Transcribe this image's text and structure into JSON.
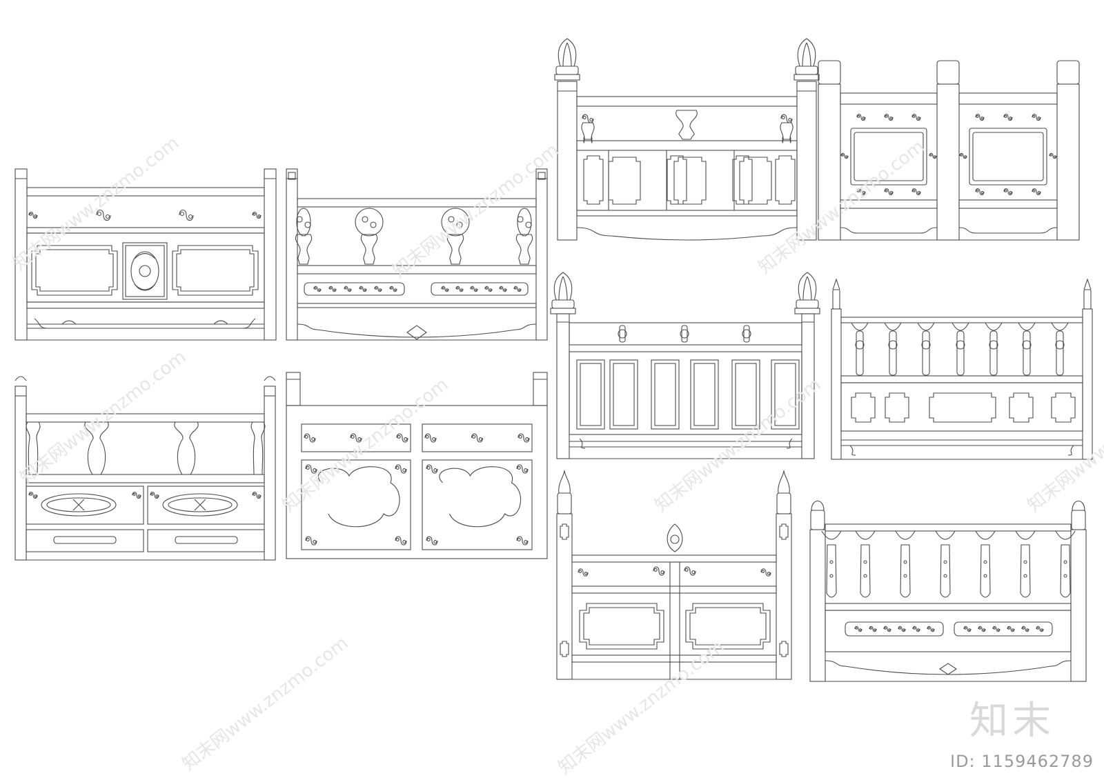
{
  "watermark": {
    "logo_text": "知末",
    "id_text": "ID: 1159462789",
    "diagonal_text": "知末网www.znzmo.com",
    "color": "#e6e6e6"
  },
  "drawing": {
    "stroke": "#4a4a4a",
    "background": "#ffffff",
    "panels": [
      {
        "style": "rail-panels-carved-center"
      },
      {
        "style": "vase-balusters-carved-plaques"
      },
      {
        "style": "lotus-post-framed-panels"
      },
      {
        "style": "square-posts-cloud-plaques"
      },
      {
        "style": "vase-balusters-double-carved"
      },
      {
        "style": "cloud-pattern-lattice"
      },
      {
        "style": "lotus-post-six-panels"
      },
      {
        "style": "pointed-post-spindle-rail"
      },
      {
        "style": "pointed-post-central-crest"
      },
      {
        "style": "round-post-spindle-plaques"
      }
    ]
  }
}
